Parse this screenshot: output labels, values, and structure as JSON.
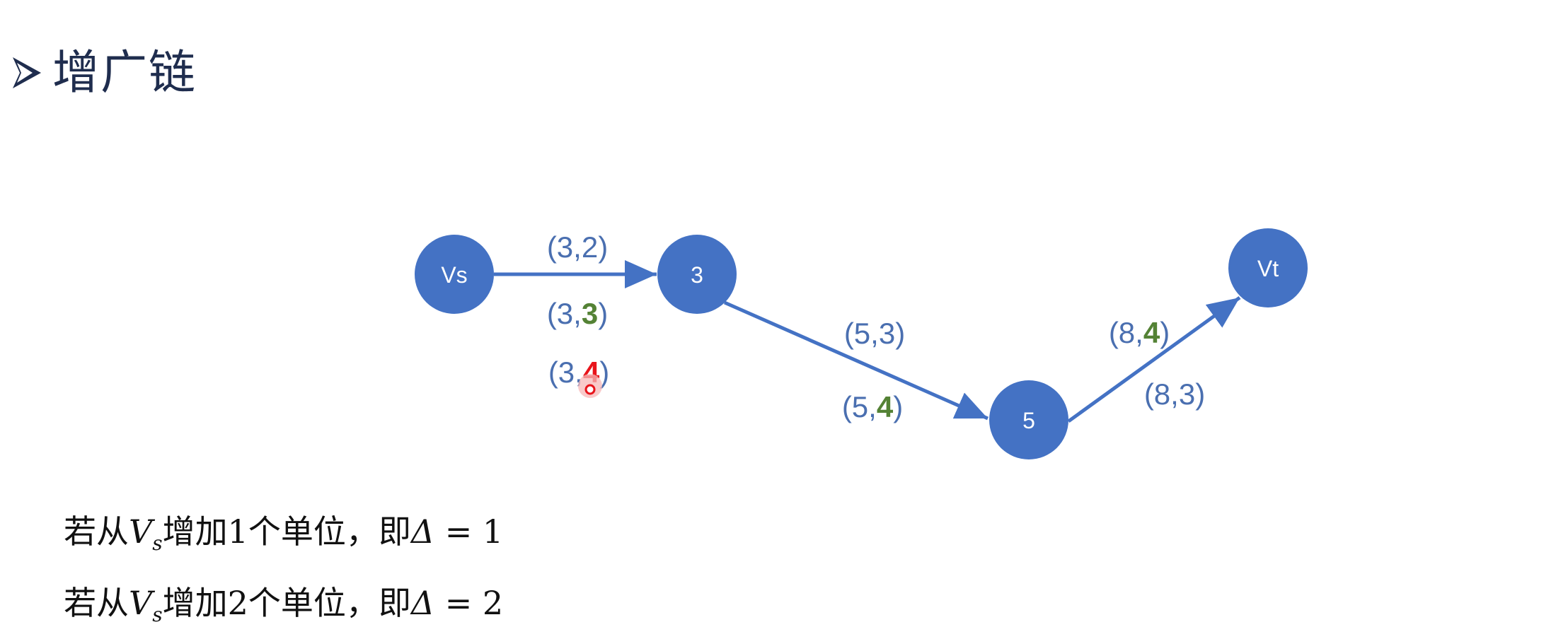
{
  "title": "增广链",
  "icons": {
    "bullet": "arrowhead-bullet-icon"
  },
  "colors": {
    "node": "#4472c4",
    "edge": "#4472c4",
    "label": "#4a6fb0",
    "highlight_green": "#548235",
    "highlight_red": "#e8141b",
    "title": "#1f2d4e"
  },
  "nodes": [
    {
      "id": "vs",
      "label": "Vs"
    },
    {
      "id": "n3",
      "label": "3"
    },
    {
      "id": "n5",
      "label": "5"
    },
    {
      "id": "vt",
      "label": "Vt"
    }
  ],
  "edges": [
    {
      "from": "vs",
      "to": "n3"
    },
    {
      "from": "n3",
      "to": "n5"
    },
    {
      "from": "n5",
      "to": "vt"
    }
  ],
  "edge_labels": {
    "vs_n3_top": {
      "prefix": "(3,",
      "value": "2",
      "suffix": ")"
    },
    "vs_n3_mid": {
      "prefix": "(3,",
      "value": "3",
      "suffix": ")"
    },
    "vs_n3_bottom": {
      "prefix": "(3,",
      "value": "4",
      "suffix": ")"
    },
    "n3_n5_top": {
      "prefix": "(5,",
      "value": "3",
      "suffix": ")"
    },
    "n3_n5_bottom": {
      "prefix": "(5,",
      "value": "4",
      "suffix": ")"
    },
    "n5_vt_top": {
      "prefix": "(8,",
      "value": "4",
      "suffix": ")"
    },
    "n5_vt_bottom": {
      "prefix": "(8,",
      "value": "3",
      "suffix": ")"
    }
  },
  "text_lines": [
    {
      "before": "若从",
      "var": "V",
      "var_sub": "s",
      "middle": "增加",
      "amount": "1",
      "after": "个单位，即",
      "delta": "Δ",
      "equals": " = ",
      "delta_value": "1"
    },
    {
      "before": "若从",
      "var": "V",
      "var_sub": "s",
      "middle": "增加",
      "amount": "2",
      "after": "个单位，即",
      "delta": "Δ",
      "equals": " = ",
      "delta_value": "2"
    }
  ]
}
